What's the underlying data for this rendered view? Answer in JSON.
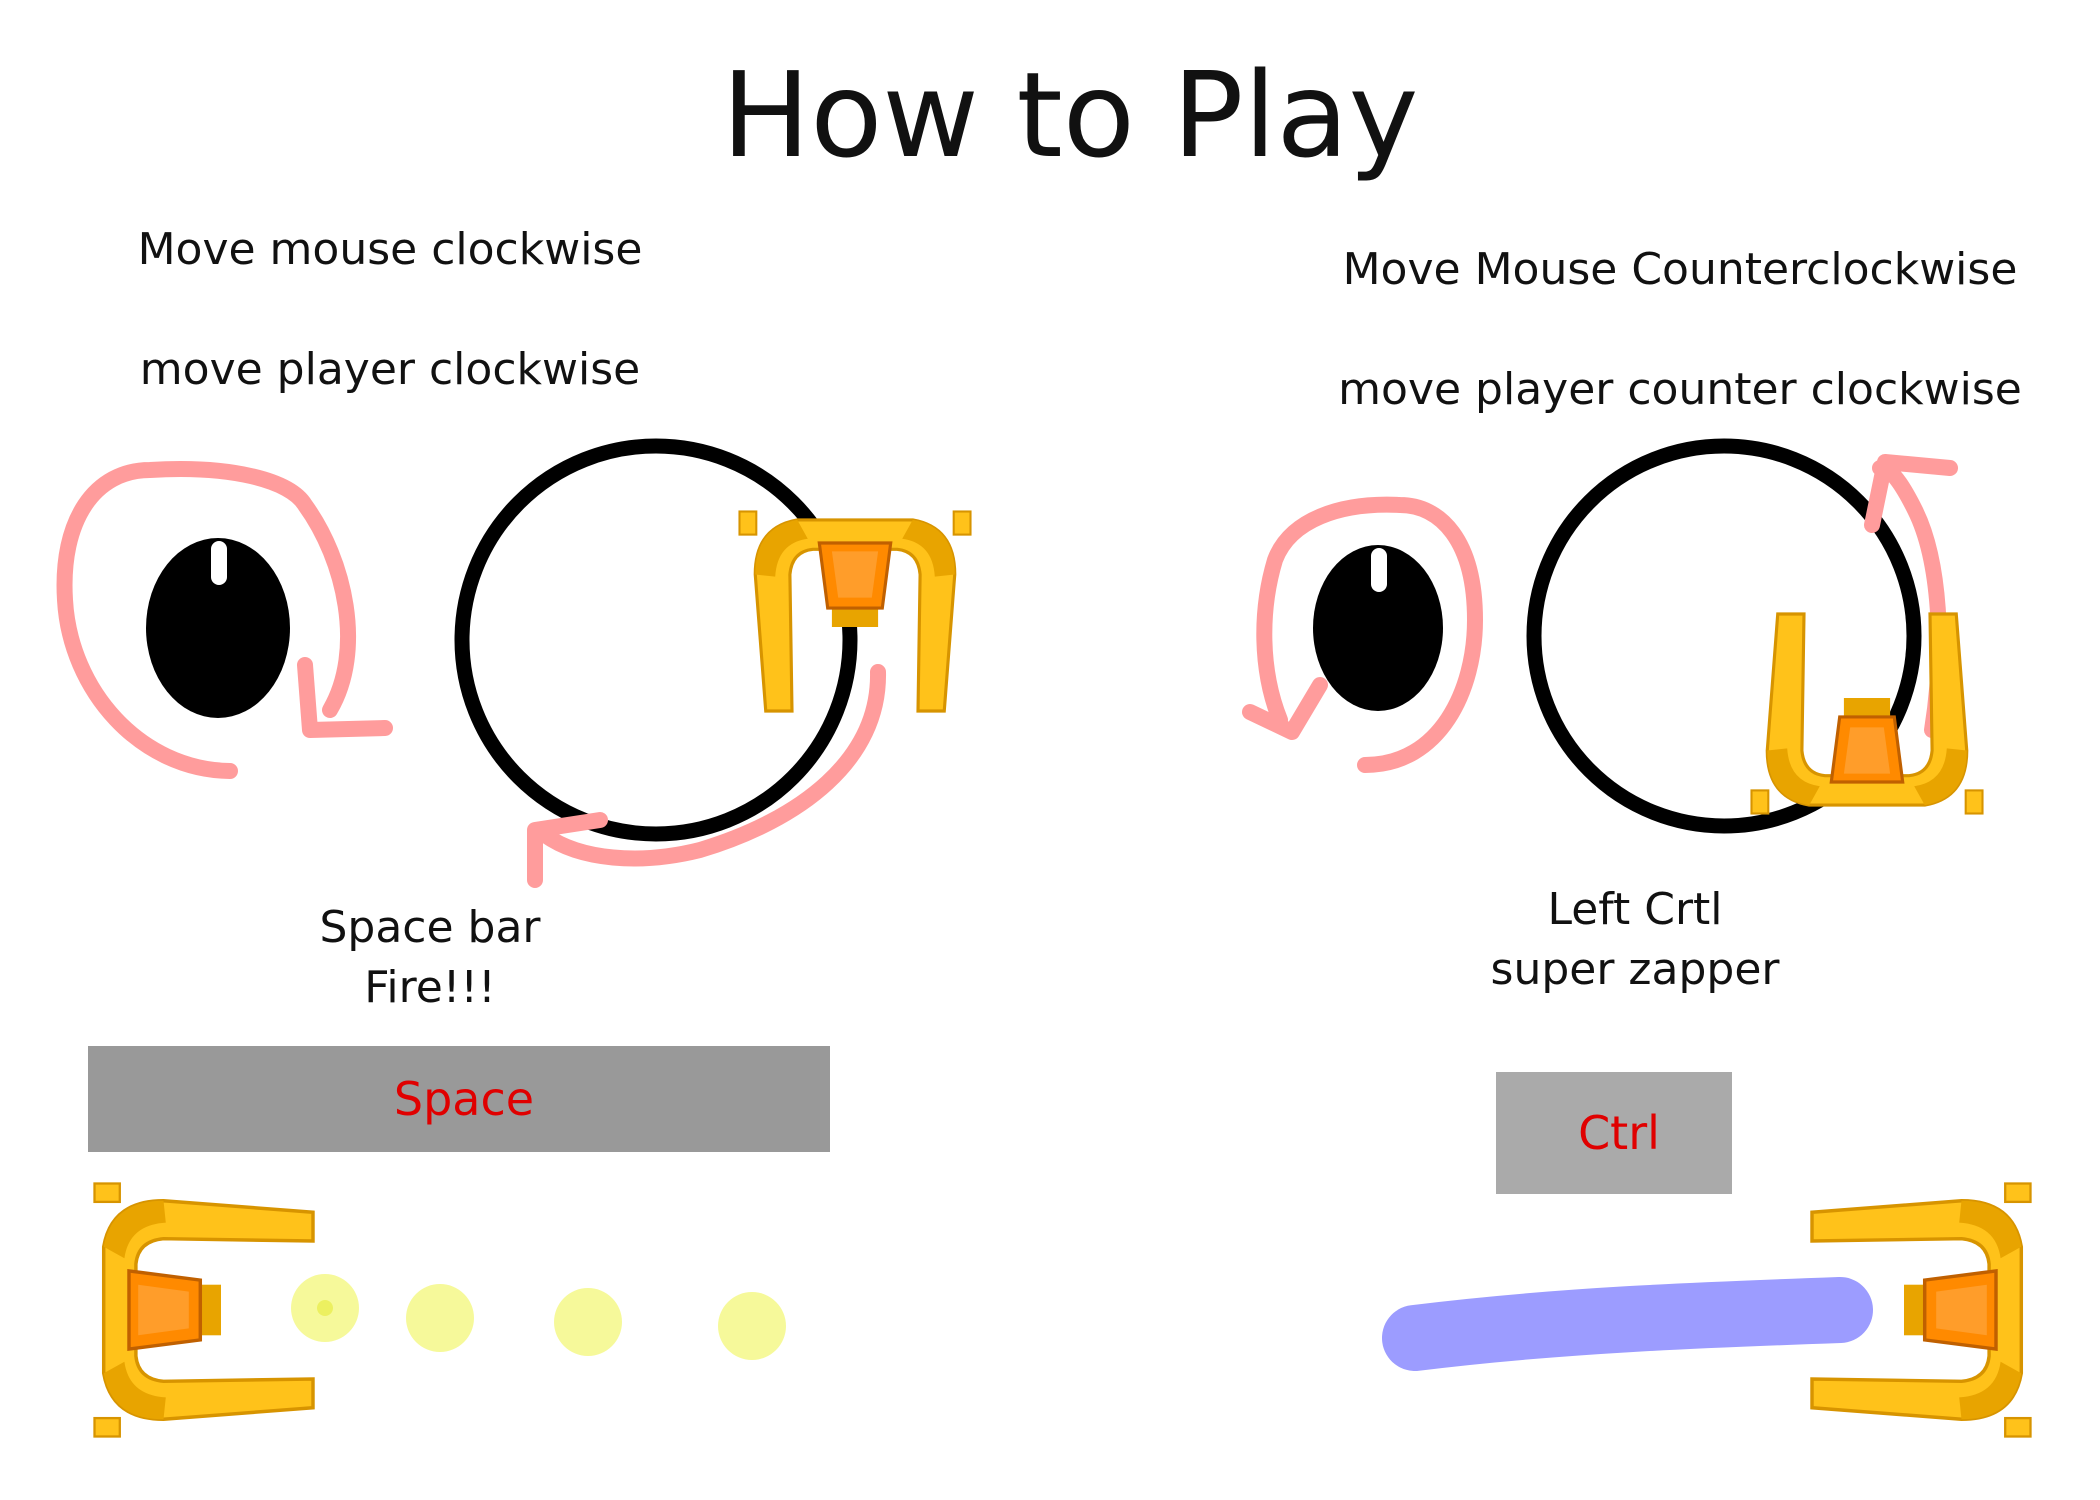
{
  "title": "How to Play",
  "left_panel": {
    "instruction_mouse": "Move mouse clockwise",
    "instruction_player": "move player clockwise",
    "action_label_line1": "Space bar",
    "action_label_line2": "Fire!!!",
    "key_label": "Space",
    "key_label_color": "#e00000"
  },
  "right_panel": {
    "instruction_mouse": "Move Mouse Counterclockwise",
    "instruction_player": "move player counter clockwise",
    "action_label_line1": "Left Crtl",
    "action_label_line2": "super zapper",
    "key_label": "Ctrl",
    "key_label_color": "#e00000"
  },
  "colors": {
    "arrow": "#ff9c9c",
    "ship_body": "#ffc21a",
    "ship_shadow": "#e8a400",
    "ship_cockpit": "#ff8a00",
    "bullet": "#f6f99a",
    "zapper_beam": "#9c9cff",
    "ring": "#000000"
  },
  "icons": [
    "mouse-icon",
    "clockwise-arrow-icon",
    "counterclockwise-arrow-icon",
    "player-ship-icon",
    "bullet-icon",
    "zapper-beam-icon"
  ]
}
